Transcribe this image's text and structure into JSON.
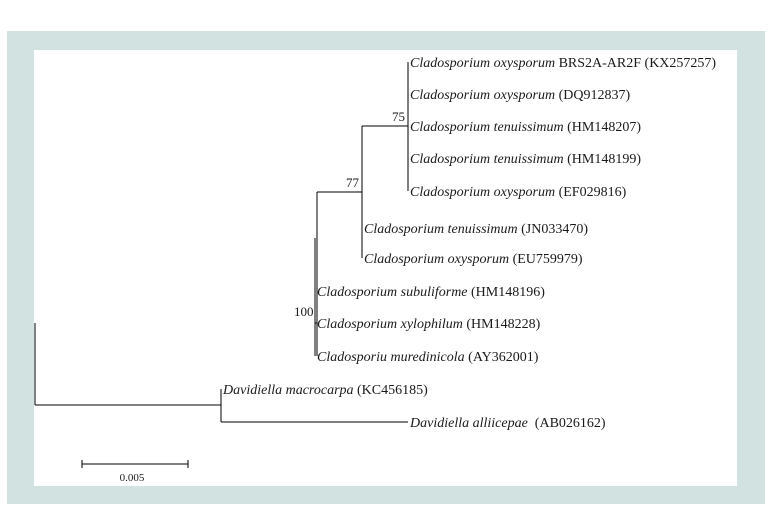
{
  "tree": {
    "taxa": [
      {
        "id": "t1",
        "genus": "Cladosporium oxysporum",
        "rest": " BRS2A-AR2F (KX257257)"
      },
      {
        "id": "t2",
        "genus": "Cladosporium oxysporum",
        "rest": " (DQ912837)"
      },
      {
        "id": "t3",
        "genus": "Cladosporium tenuissimum",
        "rest": " (HM148207)"
      },
      {
        "id": "t4",
        "genus": "Cladosporium tenuissimum",
        "rest": " (HM148199)"
      },
      {
        "id": "t5",
        "genus": "Cladosporium oxysporum",
        "rest": " (EF029816)"
      },
      {
        "id": "t6",
        "genus": "Cladosporium tenuissimum",
        "rest": " (JN033470)"
      },
      {
        "id": "t7",
        "genus": "Cladosporium oxysporum",
        "rest": " (EU759979)"
      },
      {
        "id": "t8",
        "genus": "Cladosporium subuliforme",
        "rest": " (HM148196)"
      },
      {
        "id": "t9",
        "genus": "Cladosporium xylophilum",
        "rest": " (HM148228)"
      },
      {
        "id": "t10",
        "genus": "Cladosporiu muredinicola",
        "rest": " (AY362001)"
      },
      {
        "id": "t11",
        "genus": "Davidiella macrocarpa",
        "rest": " (KC456185)"
      },
      {
        "id": "t12",
        "genus": "Davidiella alliicepae",
        "rest": "  (AB026162)"
      }
    ],
    "bootstrap": [
      {
        "node": "n75",
        "value": "75"
      },
      {
        "node": "n77",
        "value": "77"
      },
      {
        "node": "n100",
        "value": "100"
      }
    ],
    "scale_bar": {
      "label": "0.005"
    }
  }
}
